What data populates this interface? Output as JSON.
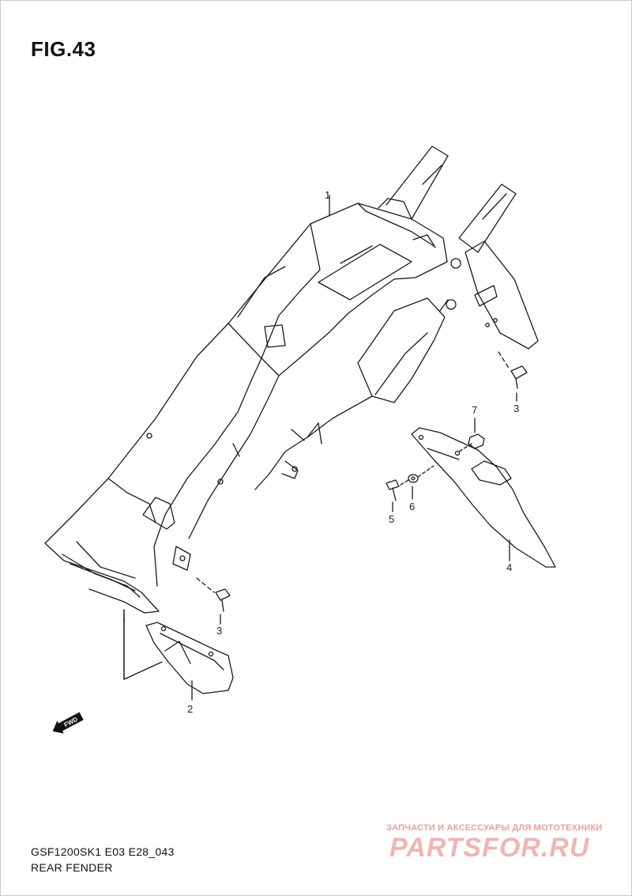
{
  "figure": {
    "title": "FIG.43"
  },
  "callouts": [
    {
      "id": "1",
      "label": "1"
    },
    {
      "id": "2",
      "label": "2"
    },
    {
      "id": "3a",
      "label": "3"
    },
    {
      "id": "3b",
      "label": "3"
    },
    {
      "id": "4",
      "label": "4"
    },
    {
      "id": "5",
      "label": "5"
    },
    {
      "id": "6",
      "label": "6"
    },
    {
      "id": "7",
      "label": "7"
    }
  ],
  "direction_badge": {
    "label": "FWD",
    "icon": "fwd-arrow-icon"
  },
  "footer": {
    "model_code": "GSF1200SK1 E03 E28_043",
    "section_name": "REAR FENDER"
  },
  "watermark": {
    "caption": "ЗАПЧАСТИ И АКСЕССУАРЫ ДЛЯ МОТОТЕХНИКИ",
    "logo": "PARTSFOR.RU"
  },
  "colors": {
    "line": "#1a1a1a",
    "watermark": "#efb5b5"
  }
}
